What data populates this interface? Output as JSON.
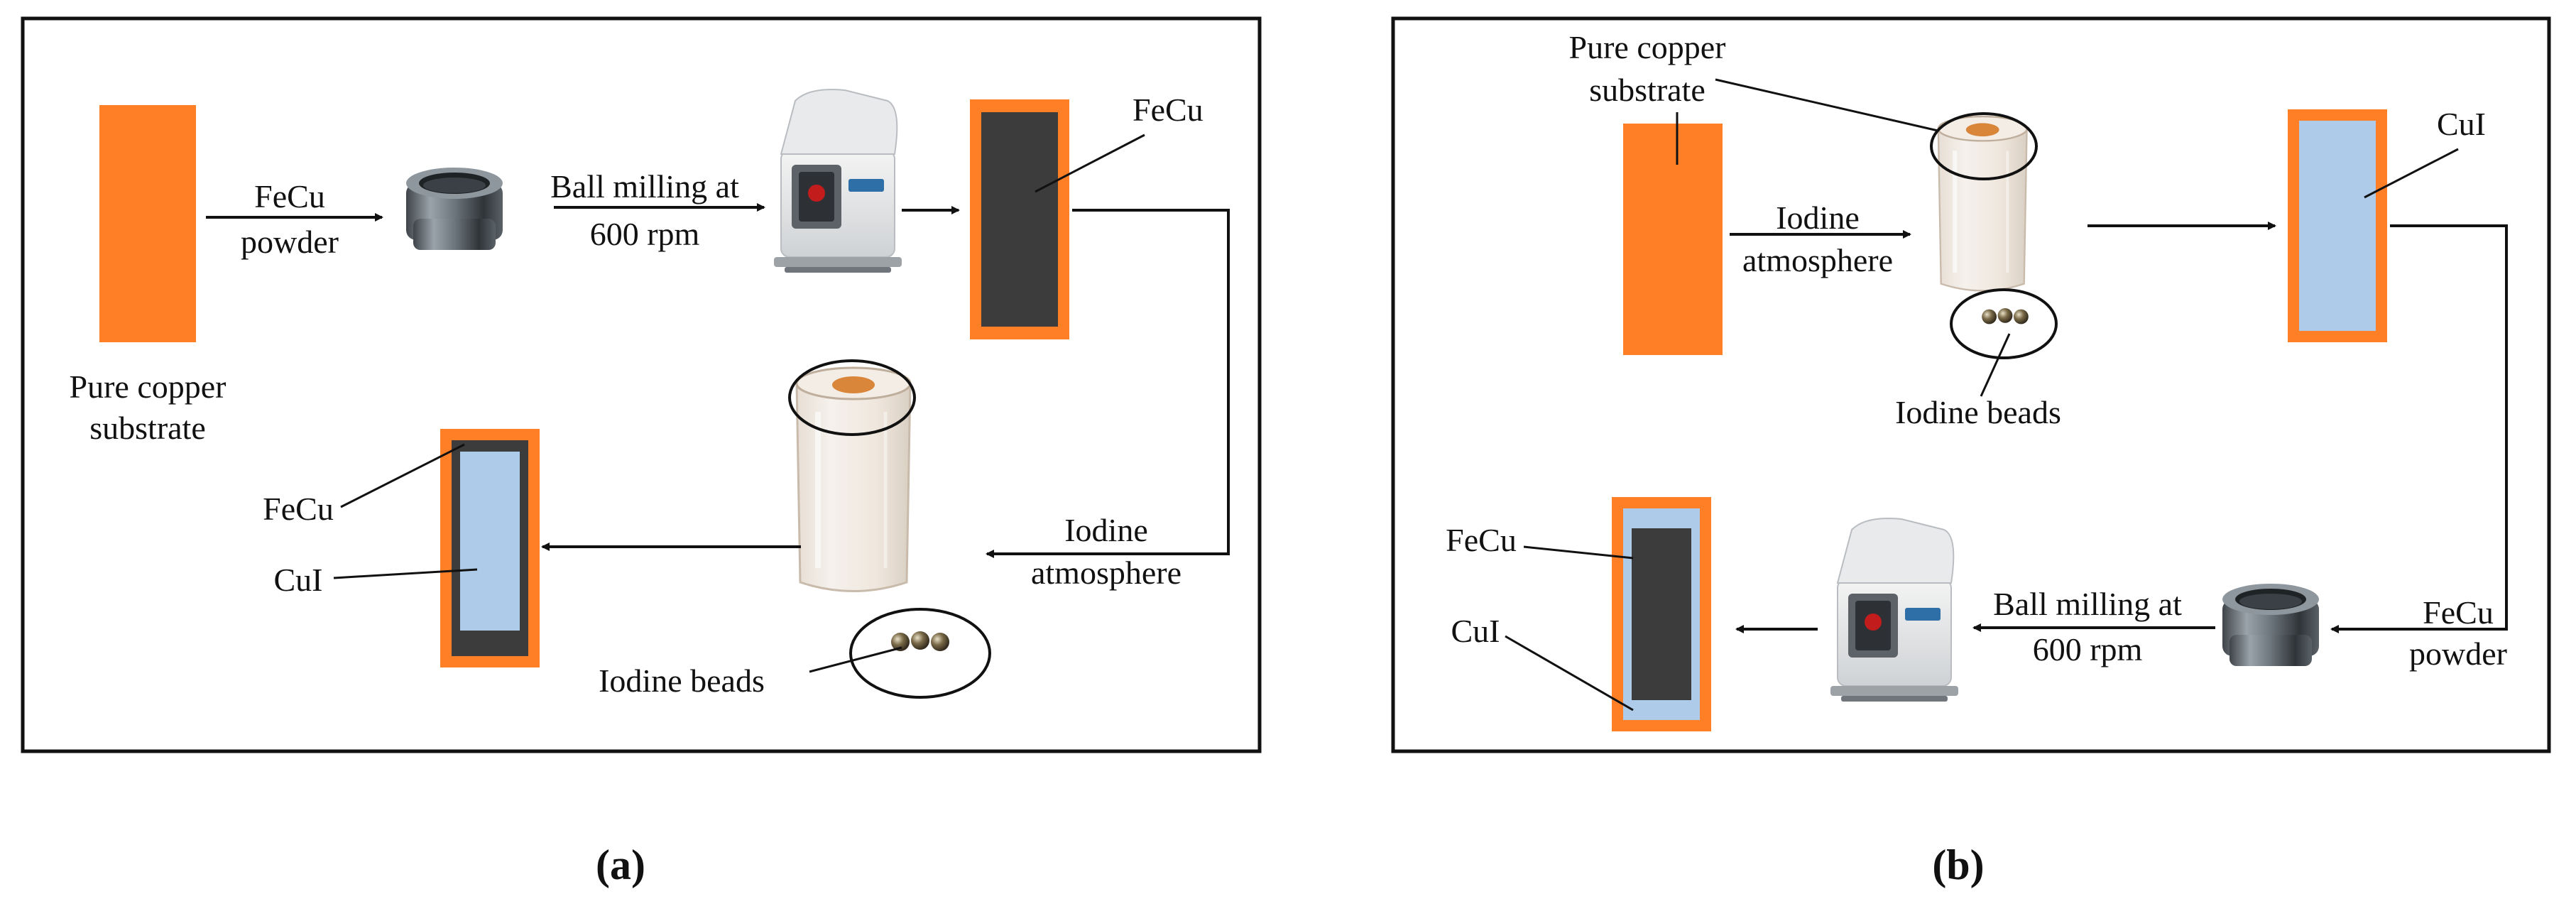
{
  "colors": {
    "copper": "#ff7f27",
    "fecu": "#3c3c3c",
    "cui": "#aecbea",
    "frame": "#111111",
    "line": "#111111"
  },
  "panel_a": {
    "caption": "(a)",
    "substrate_label": [
      "Pure copper",
      "substrate"
    ],
    "step1_label": [
      "FeCu",
      "powder"
    ],
    "step2_label": [
      "Ball milling at",
      "600 rpm"
    ],
    "fecu_label": "FeCu",
    "step3_label": [
      "Iodine",
      "atmosphere"
    ],
    "beads_label": "Iodine beads",
    "final_fecu_label": "FeCu",
    "final_cui_label": "CuI"
  },
  "panel_b": {
    "caption": "(b)",
    "substrate_label": [
      "Pure copper",
      "substrate"
    ],
    "step1_label": [
      "Iodine",
      "atmosphere"
    ],
    "beads_label": "Iodine beads",
    "cui_label": "CuI",
    "step3_label": [
      "FeCu",
      "powder"
    ],
    "step4_label": [
      "Ball milling at",
      "600 rpm"
    ],
    "final_fecu_label": "FeCu",
    "final_cui_label": "CuI"
  },
  "icons": {
    "jar": "milling-jar-icon",
    "mill": "planetary-ball-mill-icon",
    "beaker": "glass-beaker-icon",
    "beads": "steel-beads-icon"
  }
}
